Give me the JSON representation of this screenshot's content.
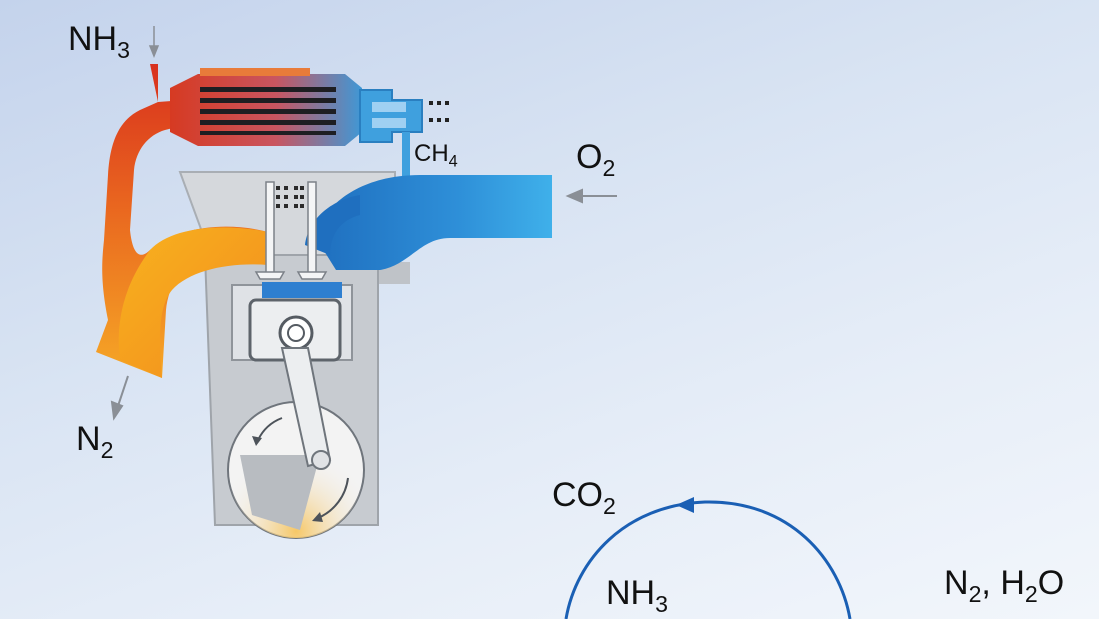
{
  "labels": {
    "nh3_inlet": "NH",
    "nh3_inlet_sub": "3",
    "n2_outlet": "N",
    "n2_outlet_sub": "2",
    "o2_inlet": "O",
    "o2_inlet_sub": "2",
    "ch4": "CH",
    "ch4_sub": "4",
    "co2": "CO",
    "co2_sub": "2",
    "cycle_nh3": "NH",
    "cycle_nh3_sub": "3",
    "n2_h2o": "N",
    "n2_h2o_sub1": "2",
    "n2_h2o_mid": ", H",
    "n2_h2o_sub2": "2",
    "n2_h2o_end": "O"
  },
  "colors": {
    "hot_red": "#d8301e",
    "warm_orange": "#f08a22",
    "cool_blue": "#2e95d8",
    "deep_blue": "#1f6fbf",
    "cycle_blue": "#1a5fb4",
    "engine_gray": "#9fa4aa",
    "arrow_gray": "#8a8f96"
  }
}
